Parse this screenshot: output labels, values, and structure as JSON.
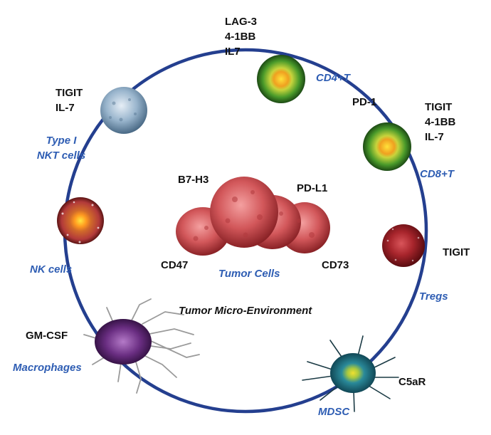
{
  "colors": {
    "ring": "#243f8f",
    "cell_name": "#2e5db3",
    "marker_text": "#111111"
  },
  "diagram": {
    "environment_label": "Tumor Micro-Environment",
    "tumor": {
      "name": "Tumor Cells",
      "markers": [
        "B7-H3",
        "PD-L1",
        "CD47",
        "CD73"
      ],
      "icon": "tumor-cell-cluster-icon"
    },
    "ring_label": "PD-1",
    "cells": {
      "cd4t": {
        "name": "CD4+T",
        "markers": [
          "LAG-3",
          "4-1BB",
          "IL7"
        ],
        "icon": "green-t-cell-icon"
      },
      "cd8t": {
        "name": "CD8+T",
        "markers": [
          "TIGIT",
          "4-1BB",
          "IL-7"
        ],
        "icon": "green-t-cell-icon"
      },
      "tregs": {
        "name": "Tregs",
        "markers": [
          "TIGIT"
        ],
        "icon": "red-treg-cell-icon"
      },
      "mdsc": {
        "name": "MDSC",
        "markers": [
          "C5aR"
        ],
        "icon": "teal-mdsc-cell-icon"
      },
      "macrophages": {
        "name": "Macrophages",
        "markers": [
          "GM-CSF"
        ],
        "icon": "purple-macrophage-icon"
      },
      "nk": {
        "name": "NK cells",
        "markers": [],
        "icon": "orange-nk-cell-icon"
      },
      "nkt": {
        "name_lines": [
          "Type I",
          "NKT cells"
        ],
        "markers": [
          "TIGIT",
          "IL-7"
        ],
        "icon": "blue-nkt-cell-icon"
      }
    }
  }
}
